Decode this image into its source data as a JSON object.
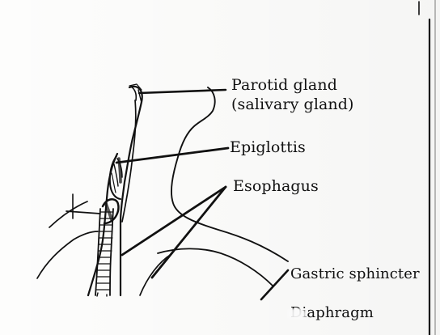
{
  "labels": {
    "parotid_gland": "Parotid gland",
    "salivary_gland": "(salivary gland)",
    "epiglottis": "Epiglottis",
    "esophagus": "Esophagus",
    "gastric_sphincter": "Gastric sphincter",
    "diaphragm": "Diaphragm"
  },
  "colors": {
    "ink": "#111111",
    "paper": "#fdfdfc"
  }
}
